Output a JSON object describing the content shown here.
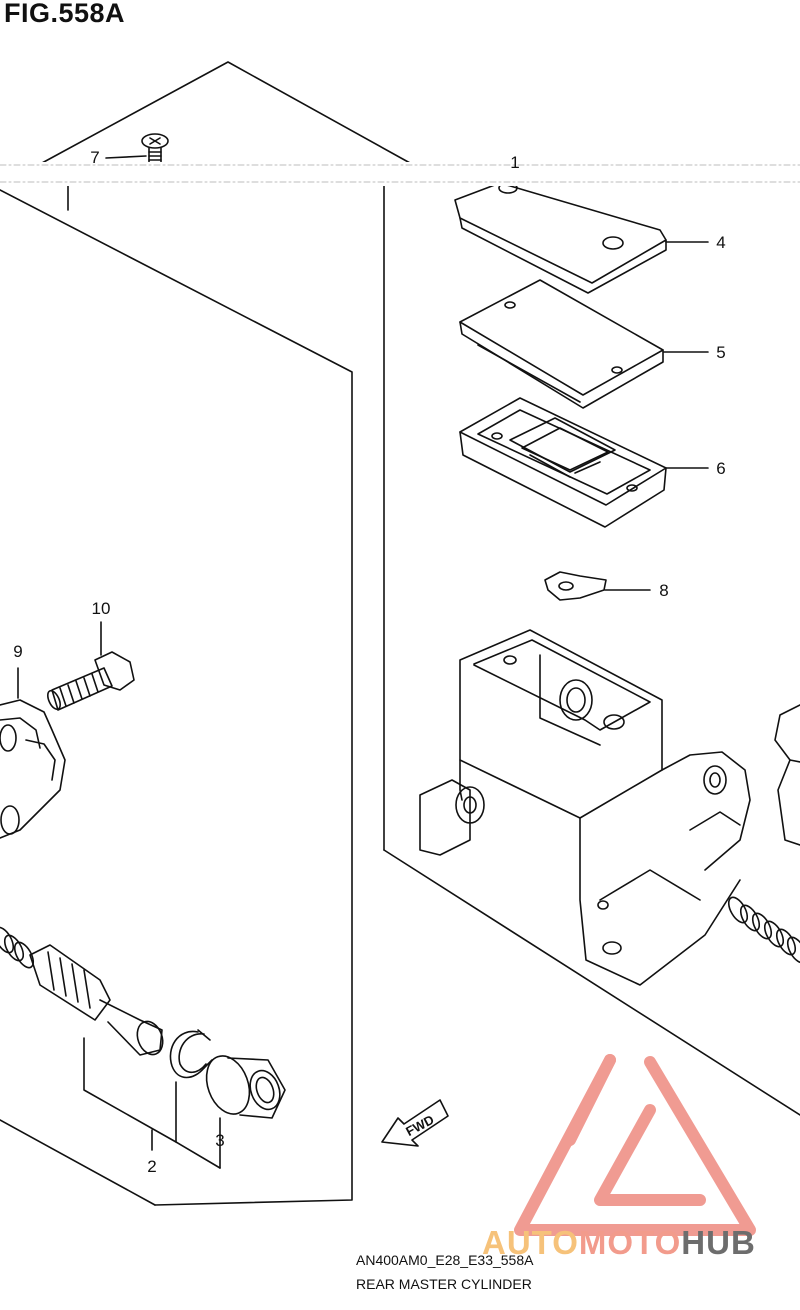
{
  "figure": {
    "title": "FIG.558A"
  },
  "callouts": [
    {
      "id": "1",
      "label": "1"
    },
    {
      "id": "2",
      "label": "2"
    },
    {
      "id": "3",
      "label": "3"
    },
    {
      "id": "4",
      "label": "4"
    },
    {
      "id": "5",
      "label": "5"
    },
    {
      "id": "6",
      "label": "6"
    },
    {
      "id": "7",
      "label": "7"
    },
    {
      "id": "8",
      "label": "8"
    },
    {
      "id": "9",
      "label": "9"
    },
    {
      "id": "10",
      "label": "10"
    }
  ],
  "direction_arrow": {
    "label": "FWD"
  },
  "footer": {
    "code": "AN400AM0_E28_E33_558A",
    "caption": "REAR MASTER CYLINDER"
  },
  "watermark": {
    "part1": "AUTO",
    "part2": "MOTO",
    "part3": "HUB",
    "color_logo": "#f28a7c"
  },
  "colors": {
    "line": "#111111",
    "watermark_red": "#ee8a80",
    "watermark_orange": "#f6c27a"
  }
}
